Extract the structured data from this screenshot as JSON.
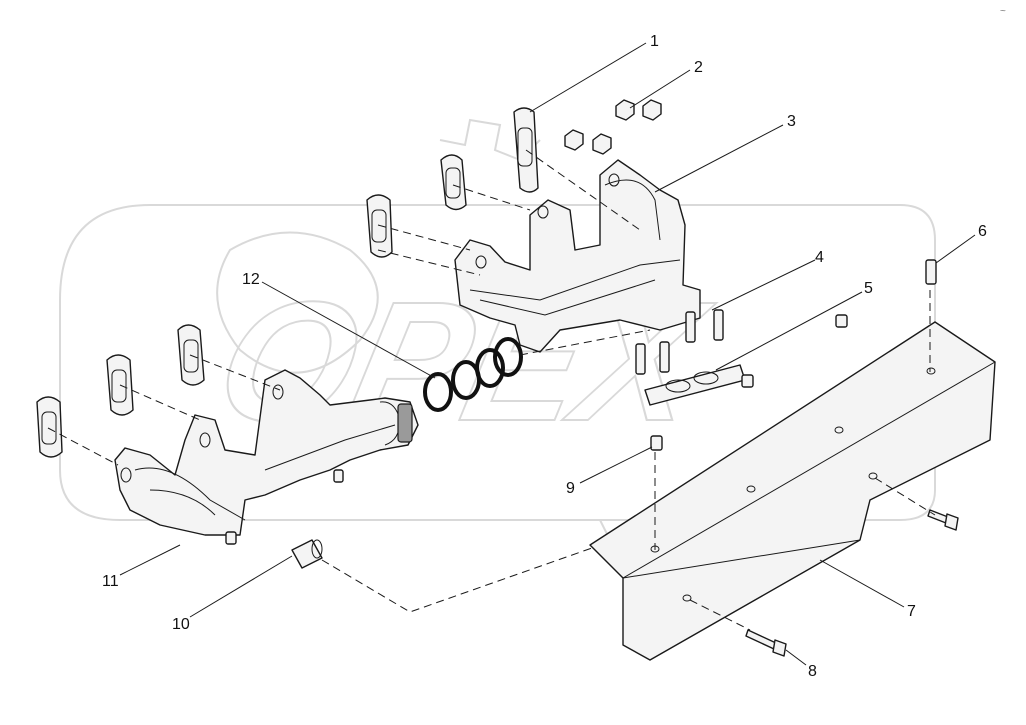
{
  "diagram": {
    "callouts": [
      "1",
      "2",
      "3",
      "4",
      "5",
      "6",
      "7",
      "8",
      "9",
      "10",
      "11",
      "12"
    ],
    "watermark_text": "OPEX",
    "corner_mark": "~"
  }
}
